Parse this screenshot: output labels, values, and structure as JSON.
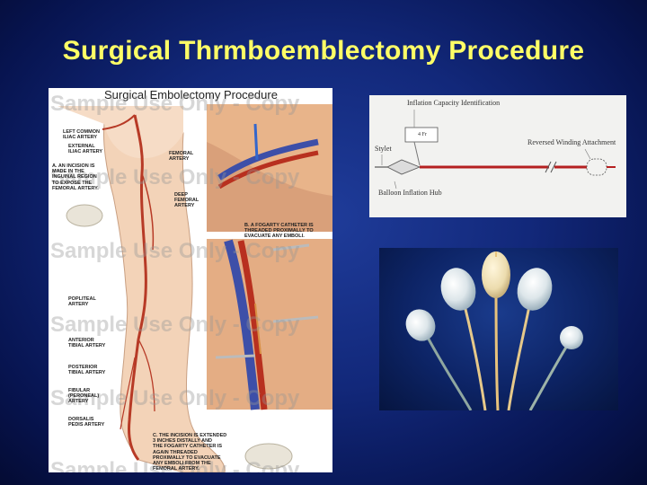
{
  "slide": {
    "title": "Surgical Thrmboemblectomy Procedure"
  },
  "illustration": {
    "title": "Surgical Embolectomy Procedure",
    "watermark": "Sample Use Only - Copy",
    "labels": {
      "left_common": "LEFT COMMON\nILIAC ARTERY",
      "external_iliac": "EXTERNAL\nILIAC ARTERY",
      "femoral": "FEMORAL\nARTERY",
      "step_a": "A. AN INCISION IS\nMADE IN THE\nINGUINAL REGION\nTO EXPOSE THE\nFEMORAL ARTERY.",
      "deep_femoral": "DEEP\nFEMORAL\nARTERY",
      "step_b": "B. A FOGARTY CATHETER IS\nTHREADED PROXIMALLY TO\nEVACUATE ANY EMBOLI.",
      "popliteal": "POPLITEAL\nARTERY",
      "anterior_tibial": "ANTERIOR\nTIBIAL ARTERY",
      "posterior_tibial": "POSTERIOR\nTIBIAL ARTERY",
      "fibular": "FIBULAR\n(PERONEAL)\nARTERY",
      "dorsalis": "DORSALIS\nPEDIS ARTERY",
      "step_c": "C. THE INCISION IS EXTENDED\n3 INCHES DISTALLY AND\nTHE FOGARTY CATHETER IS\nAGAIN THREADED\nPROXIMALLY TO EVACUATE\nANY EMBOLI FROM THE\nFEMORAL ARTERY."
    }
  },
  "diagram": {
    "inflation_capacity": "Inflation Capacity Identification",
    "stylet": "Stylet",
    "reversed_winding": "Reversed Winding Attachment",
    "balloon_hub": "Balloon Inflation Hub",
    "hub_mark": "4 Fr"
  },
  "colors": {
    "title": "#ffff66",
    "background": "#12287a",
    "catheter": "#b52020"
  }
}
